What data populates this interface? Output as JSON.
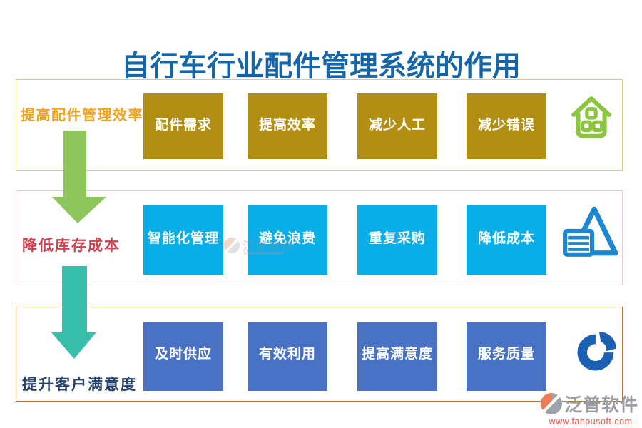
{
  "title": {
    "text": "自行车行业配件管理系统的作用",
    "color": "#1565A8"
  },
  "rows": [
    {
      "label": "提高配件管理效率",
      "label_color": "#F0A41E",
      "box_color": "#B28E12",
      "border_color": "#DFC878",
      "icon": "house-warehouse-icon",
      "icon_color": "#8CC640",
      "boxes": [
        "配件需求",
        "提高效率",
        "减少人工",
        "减少错误"
      ]
    },
    {
      "label": "降低库存成本",
      "label_color": "#D4404F",
      "box_color": "#09AEE9",
      "border_color": "#F2C8CC",
      "icon": "pyramid-report-icon",
      "icon_color": "#1E87D1",
      "boxes": [
        "智能化管理",
        "避免浪费",
        "重复采购",
        "降低成本"
      ]
    },
    {
      "label": "提升客户满意度",
      "label_color": "#24406E",
      "box_color": "#4A72C4",
      "border_color": "#B0793B",
      "icon": "pie-chart-icon",
      "icon_color": "#1B60B2",
      "boxes": [
        "及时供应",
        "有效利用",
        "提高满意度",
        "服务质量"
      ]
    }
  ],
  "arrows": [
    {
      "from": "提高配件管理效率",
      "to": "降低库存成本",
      "color": "#8DC65A",
      "direction": "down"
    },
    {
      "from": "降低库存成本",
      "to": "提升客户满意度",
      "color": "#38BFAC",
      "direction": "down"
    }
  ],
  "watermark": {
    "text": "泛普软件"
  },
  "logo": {
    "name": "泛普软件",
    "url": "www.fanpusoft.com"
  }
}
